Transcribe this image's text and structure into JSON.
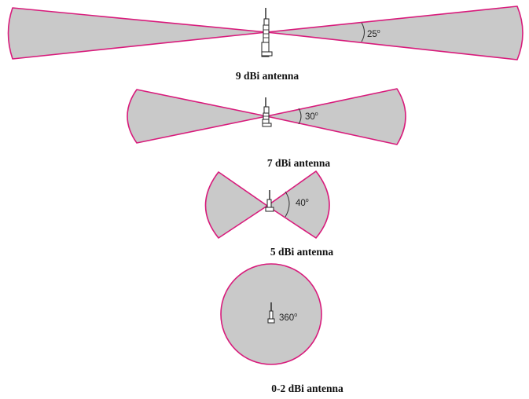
{
  "colors": {
    "lobe_fill": "#c9c9c9",
    "lobe_outline": "#d81b7b",
    "text": "#111111"
  },
  "degree_symbol": "o",
  "antennas": [
    {
      "caption": "9 dBi antenna",
      "angle_value": "25",
      "beamwidth_deg": 25,
      "pattern": "bidirectional"
    },
    {
      "caption": "7 dBi antenna",
      "angle_value": "30",
      "beamwidth_deg": 30,
      "pattern": "bidirectional"
    },
    {
      "caption": "5 dBi antenna",
      "angle_value": "40",
      "beamwidth_deg": 40,
      "pattern": "bidirectional"
    },
    {
      "caption": "0-2 dBi antenna",
      "angle_value": "360",
      "beamwidth_deg": 360,
      "pattern": "omnidirectional"
    }
  ]
}
